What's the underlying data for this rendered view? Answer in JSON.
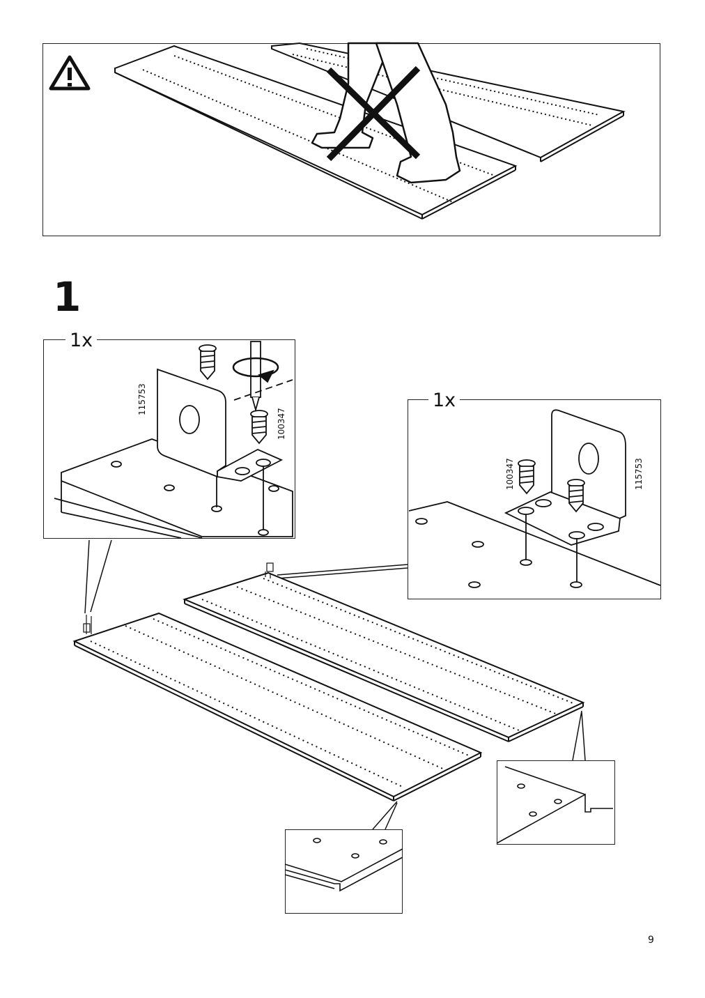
{
  "warning": {
    "icon": "warning-triangle-icon",
    "illustration": "person-standing-on-panels-crossed-out"
  },
  "step": {
    "number": "1",
    "callout_left": {
      "quantity": "1x",
      "screw_code": "100347",
      "bracket_code": "115753"
    },
    "callout_right": {
      "quantity": "1x",
      "screw_code": "100347",
      "bracket_code": "115753"
    }
  },
  "page_number": "9"
}
